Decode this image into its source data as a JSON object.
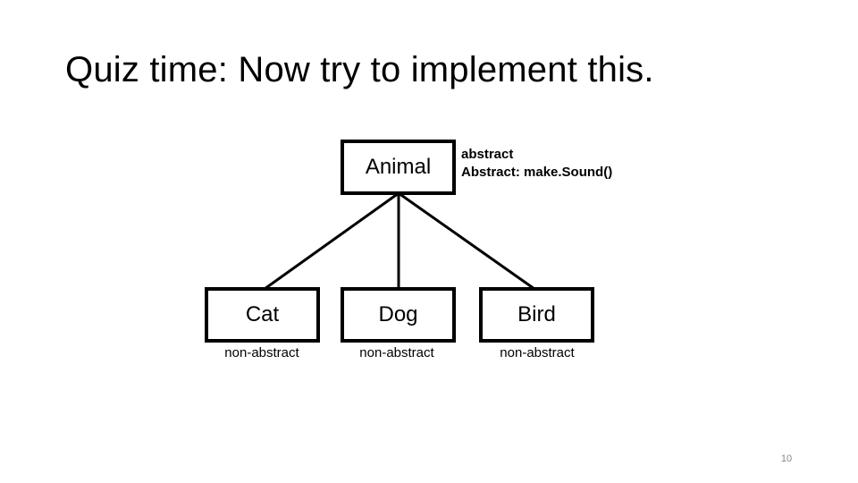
{
  "slide": {
    "title": "Quiz time: Now try to implement this.",
    "page_number": "10"
  },
  "diagram": {
    "root": {
      "label": "Animal",
      "notes": [
        "abstract",
        "Abstract: make.Sound()"
      ]
    },
    "children": [
      {
        "label": "Cat",
        "note": "non-abstract"
      },
      {
        "label": "Dog",
        "note": "non-abstract"
      },
      {
        "label": "Bird",
        "note": "non-abstract"
      }
    ]
  }
}
